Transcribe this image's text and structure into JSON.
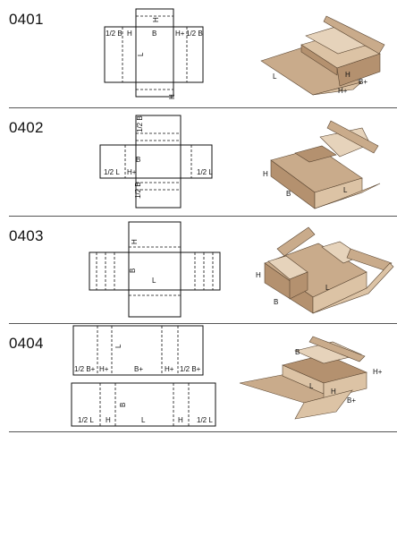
{
  "rows": [
    {
      "code": "0401",
      "blank": {
        "half_b_left": "1/2 B",
        "h_left": "H",
        "b": "B",
        "h_plus": "H+",
        "half_b_right": "1/2 B",
        "h_top": "H",
        "l": "L",
        "h_bottom": "H"
      },
      "box": {
        "l": "L",
        "h": "H",
        "b_plus": "B+",
        "h_plus": "H+"
      }
    },
    {
      "code": "0402",
      "blank": {
        "half_b_top": "1/2 B",
        "b": "B",
        "half_l_left": "1/2 L",
        "h_plus": "H+",
        "half_l_right": "1/2 L",
        "half_b_bottom": "1/2 B"
      },
      "box": {
        "h": "H",
        "b": "B",
        "l": "L"
      }
    },
    {
      "code": "0403",
      "blank": {
        "h": "H",
        "b": "B",
        "l": "L"
      },
      "box": {
        "h": "H",
        "l": "L",
        "b": "B"
      }
    },
    {
      "code": "0404",
      "blank_top": {
        "half_b_plus_left": "1/2 B+",
        "h_plus_left": "H+",
        "b_plus": "B+",
        "h_plus_right": "H+",
        "half_b_plus_right": "1/2 B+",
        "l": "L"
      },
      "blank_bottom": {
        "half_l_left": "1/2 L",
        "h_left": "H",
        "l": "L",
        "h_right": "H",
        "half_l_right": "1/2 L",
        "b": "B"
      },
      "box": {
        "b": "B",
        "l": "L",
        "h": "H",
        "h_plus": "H+",
        "b_plus": "B+"
      }
    }
  ]
}
